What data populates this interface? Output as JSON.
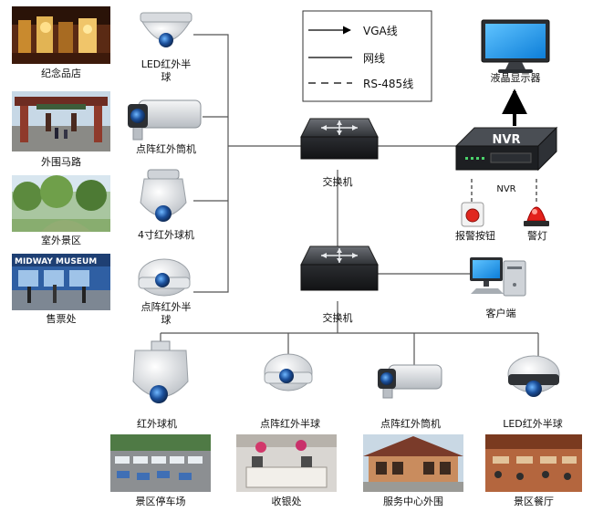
{
  "legend": {
    "vga": "VGA线",
    "network": "网线",
    "rs485": "RS-485线"
  },
  "locations": {
    "souvenir_shop": "纪念品店",
    "outer_road": "外围马路",
    "outdoor_scenic": "室外景区",
    "ticket_office": "售票处",
    "parking": "景区停车场",
    "cashier": "收银处",
    "service_center": "服务中心外围",
    "restaurant": "景区餐厅"
  },
  "cameras": {
    "led_ir_dome_top_line1": "LED红外半",
    "led_ir_dome_top_line2": "球",
    "dot_ir_bullet_top": "点阵红外筒机",
    "ir_ball_4inch": "4寸红外球机",
    "dot_ir_dome_left_line1": "点阵红外半",
    "dot_ir_dome_left_line2": "球",
    "ir_ball_bottom": "红外球机",
    "dot_ir_dome_bottom": "点阵红外半球",
    "dot_ir_bullet_bottom": "点阵红外筒机",
    "led_ir_dome_bottom": "LED红外半球"
  },
  "devices": {
    "switch_top": "交换机",
    "switch_bottom": "交换机",
    "nvr_label": "NVR",
    "nvr_badge": "NVR",
    "lcd_monitor": "液晶显示器",
    "alarm_button": "报警按钮",
    "alarm_light": "警灯",
    "client": "客户端"
  }
}
